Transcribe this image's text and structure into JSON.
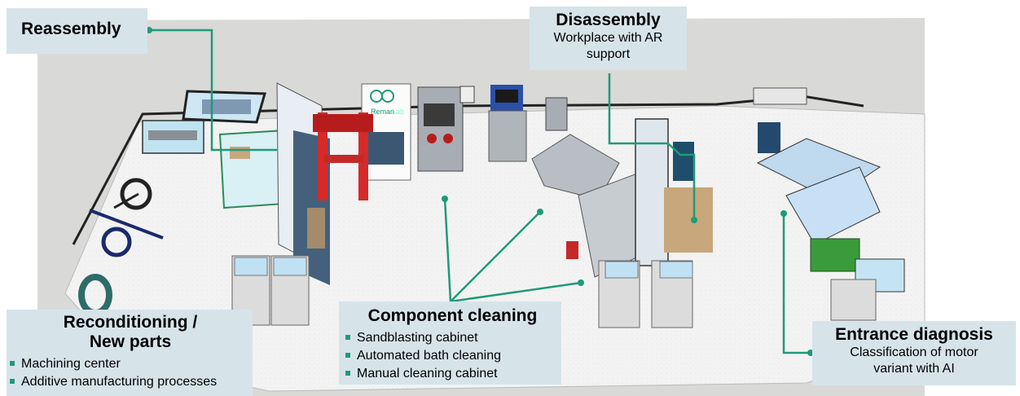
{
  "labels": {
    "reassembly": {
      "title": "Reassembly"
    },
    "disassembly": {
      "title": "Disassembly",
      "subtitle": "Workplace with AR support"
    },
    "reconditioning": {
      "title_line1": "Reconditioning /",
      "title_line2": "New parts",
      "items": [
        "Machining center",
        "Additive manufacturing processes"
      ]
    },
    "cleaning": {
      "title": "Component cleaning",
      "items": [
        "Sandblasting cabinet",
        "Automated bath cleaning",
        "Manual cleaning cabinet"
      ]
    },
    "entrance": {
      "title": "Entrance diagnosis",
      "subtitle_line1": "Classification of motor",
      "subtitle_line2": "variant with AI"
    }
  },
  "poster": {
    "brand": "Reman",
    "brand_accent": "Lab"
  },
  "colors": {
    "accent": "#1f9a78",
    "label_bg": "#d6e4ea",
    "floor": "#f2f2f2",
    "wall": "#d9d9d7"
  }
}
